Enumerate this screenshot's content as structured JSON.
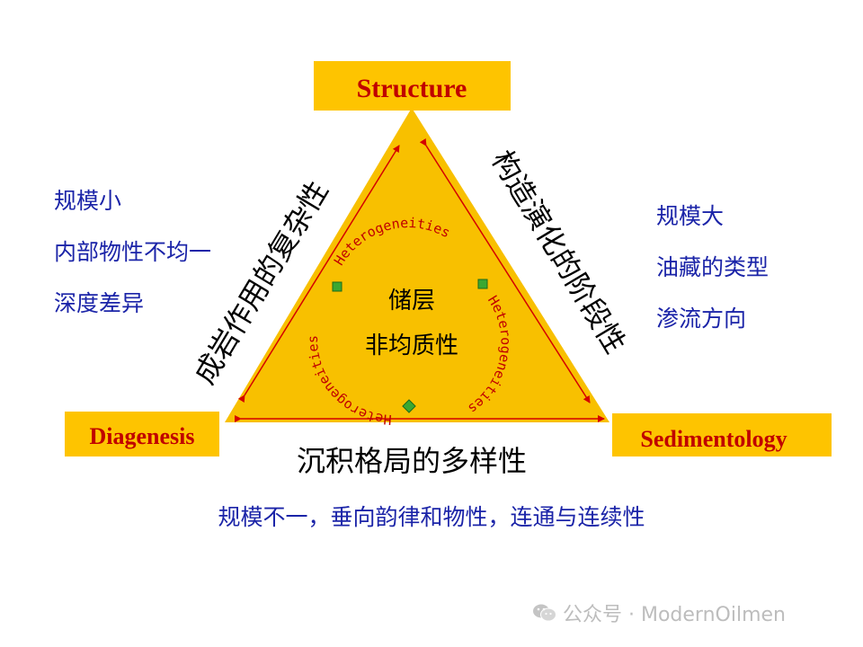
{
  "diagram": {
    "top_box": "Structure",
    "left_box": "Diagenesis",
    "right_box": "Sedimentology",
    "left_side": "成岩作用的复杂性",
    "right_side": "构造演化的阶段性",
    "bottom_side": "沉积格局的多样性",
    "center_line1": "储层",
    "center_line2": "非均质性",
    "ring_word": "Heterogeneities"
  },
  "left_notes": [
    "规模小",
    "内部物性不均一",
    "深度差异"
  ],
  "right_notes": [
    "规模大",
    "油藏的类型",
    "渗流方向"
  ],
  "bottom_note": "规模不一，垂向韵律和物性，连通与连续性",
  "watermark": {
    "icon": "wechat-icon",
    "text": "公众号 · ModernOilmen"
  },
  "colors": {
    "triangle": "#f8c000",
    "box": "#fec400",
    "box_text": "#c00000",
    "arrow": "#d40000",
    "note_text": "#1b24a8",
    "marker": "#3aa832"
  }
}
